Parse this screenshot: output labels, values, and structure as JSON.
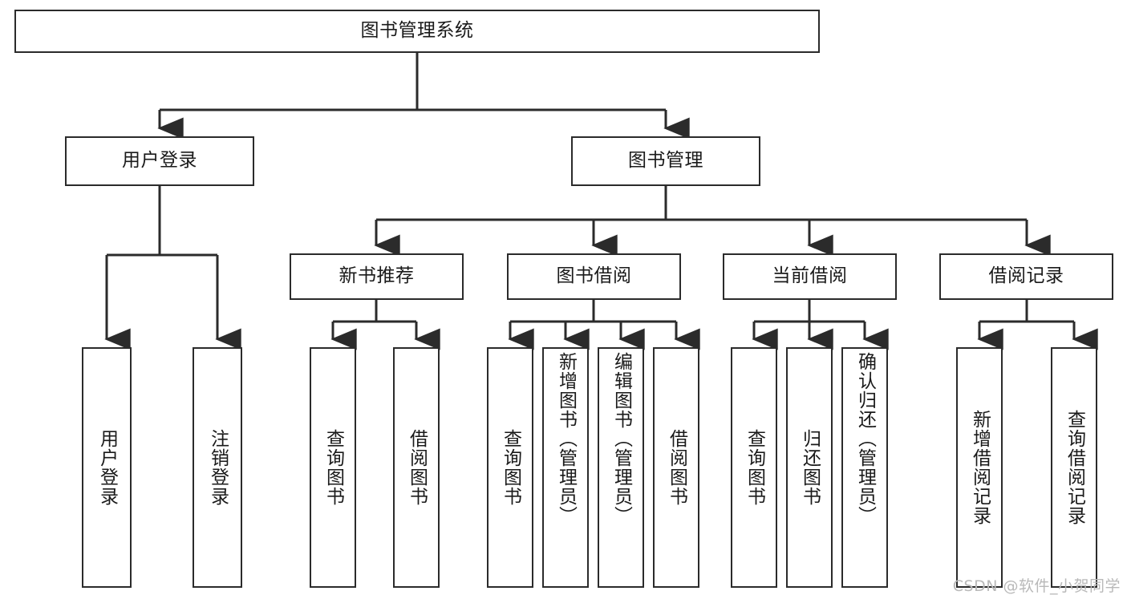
{
  "diagram": {
    "title_node": {
      "label": "图书管理系统"
    },
    "level2": [
      {
        "id": "user-login",
        "label": "用户登录"
      },
      {
        "id": "book-manage",
        "label": "图书管理"
      }
    ],
    "level3": [
      {
        "id": "new-book-recommend",
        "label": "新书推荐"
      },
      {
        "id": "book-borrow",
        "label": "图书借阅"
      },
      {
        "id": "current-borrow",
        "label": "当前借阅"
      },
      {
        "id": "borrow-record",
        "label": "借阅记录"
      }
    ],
    "leaves": [
      {
        "id": "leaf-user-login",
        "label": "用户登录"
      },
      {
        "id": "leaf-logout-login",
        "label": "注销登录"
      },
      {
        "id": "leaf-query-book-1",
        "label": "查询图书"
      },
      {
        "id": "leaf-borrow-book-1",
        "label": "借阅图书"
      },
      {
        "id": "leaf-query-book-2",
        "label": "查询图书"
      },
      {
        "id": "leaf-add-book-admin",
        "label": "新增图书（管理员）"
      },
      {
        "id": "leaf-edit-book-admin",
        "label": "编辑图书（管理员）"
      },
      {
        "id": "leaf-borrow-book-2",
        "label": "借阅图书"
      },
      {
        "id": "leaf-query-book-3",
        "label": "查询图书"
      },
      {
        "id": "leaf-return-book",
        "label": "归还图书"
      },
      {
        "id": "leaf-confirm-return-admin",
        "label": "确认归还（管理员）"
      },
      {
        "id": "leaf-add-borrow-record",
        "label": "新增借阅记录"
      },
      {
        "id": "leaf-query-borrow-record",
        "label": "查询借阅记录"
      }
    ],
    "watermark": "CSDN @软件_小贺同学",
    "colors": {
      "stroke": "#2b2b2b",
      "text": "#1a1a1a",
      "background": "#ffffff",
      "watermark": "#b9b9b9"
    }
  }
}
